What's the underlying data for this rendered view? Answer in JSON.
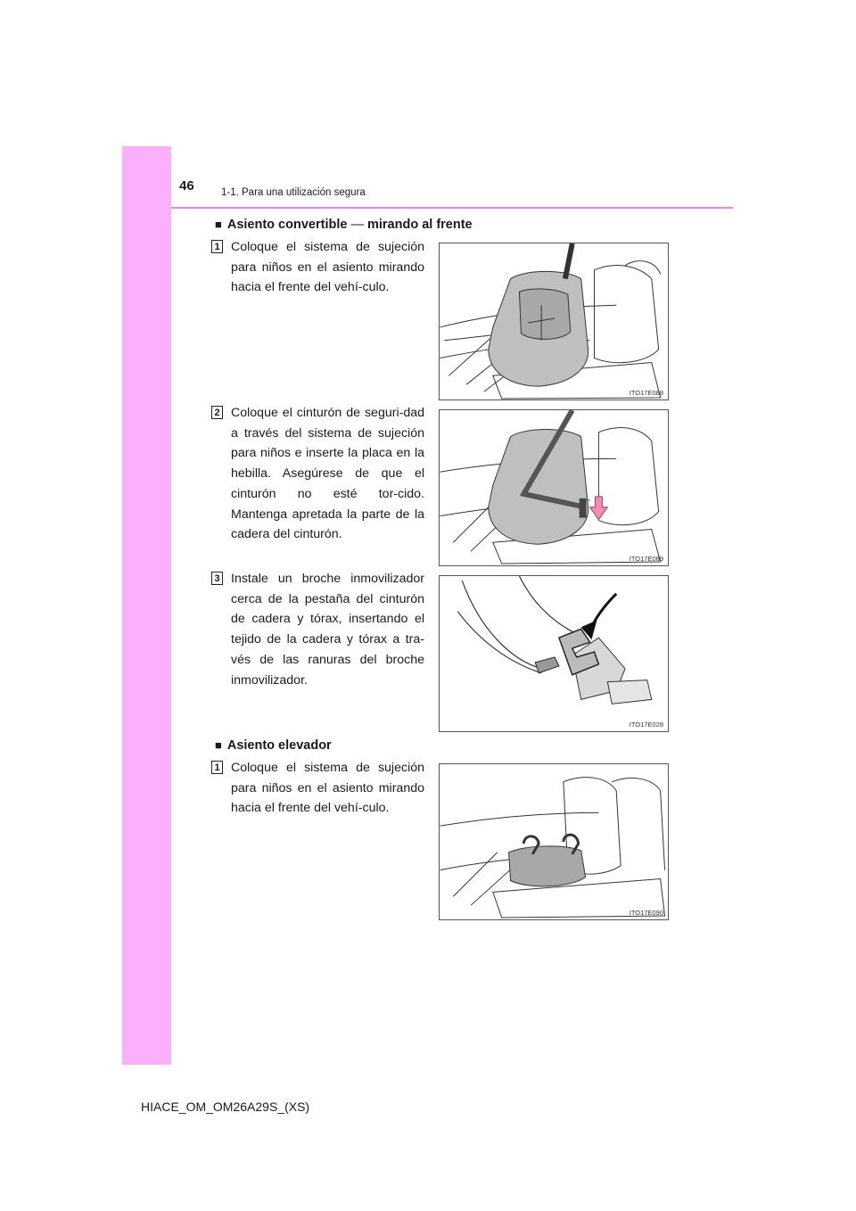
{
  "header": {
    "page_number": "46",
    "chapter": "1-1. Para una utilización segura"
  },
  "sections": [
    {
      "bullet": "■",
      "title": "Asiento convertible",
      "dash": "—",
      "subtitle": "mirando al frente"
    },
    {
      "bullet": "■",
      "title": "Asiento elevador"
    }
  ],
  "steps": [
    {
      "number": "1",
      "text": "Coloque el sistema de sujeción para niños en el asiento mirando hacia el frente del vehí-culo.",
      "figure_id": "ITO17E088"
    },
    {
      "number": "2",
      "text": "Coloque el cinturón de seguri-dad a través del sistema de sujeción para niños e inserte la placa en la hebilla. Asegúrese de que el cinturón no esté tor-cido. Mantenga apretada la parte de la cadera del cinturón.",
      "figure_id": "ITO17E089"
    },
    {
      "number": "3",
      "text": "Instale un broche inmovilizador cerca de la pestaña del cinturón de cadera y tórax, insertando el tejido de la cadera y tórax a tra-vés de las ranuras del broche inmovilizador.",
      "figure_id": "ITO17E028"
    },
    {
      "number": "1",
      "text": "Coloque el sistema de sujeción para niños en el asiento mirando hacia el frente del vehí-culo.",
      "figure_id": "ITO17E090"
    }
  ],
  "footer": {
    "doc_code": "HIACE_OM_OM26A29S_(XS)"
  },
  "colors": {
    "side_tab": "#fbb0fb",
    "header_rule": "#f080f0",
    "arrow": "#f08fb0"
  }
}
